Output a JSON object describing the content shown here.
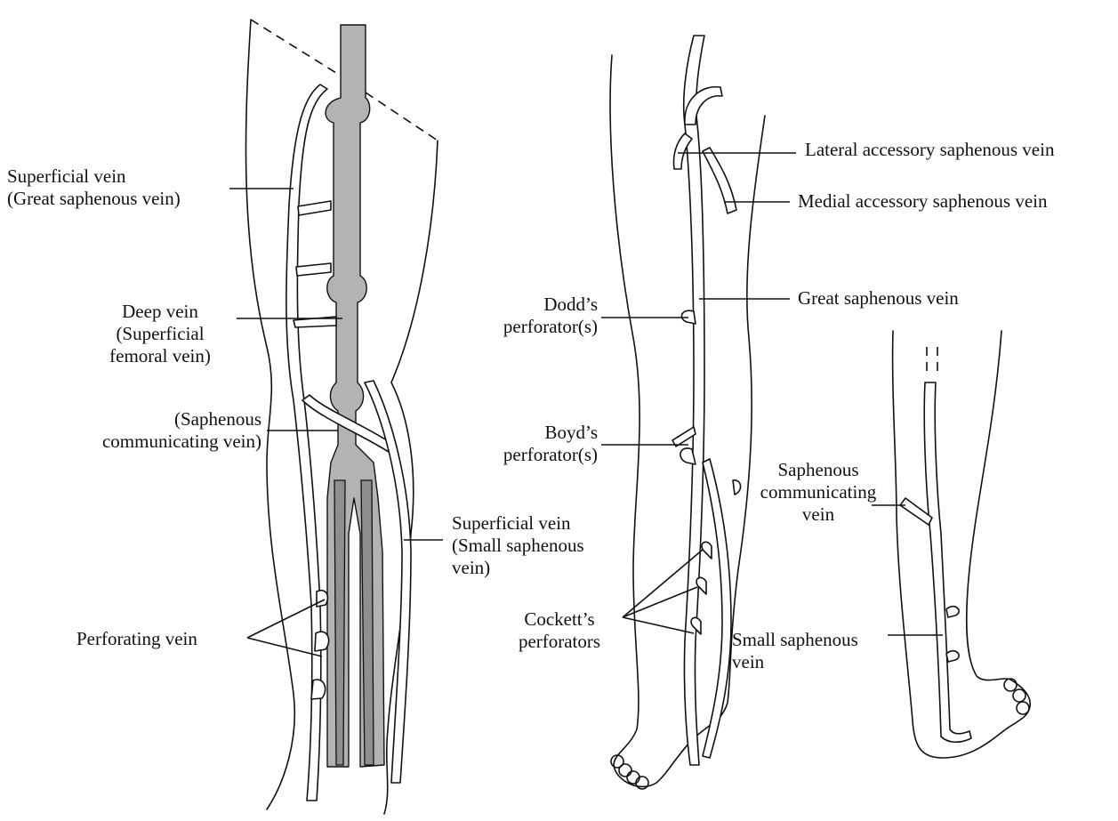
{
  "labels": {
    "superficial_great": "Superficial vein\n(Great saphenous vein)",
    "deep_vein": "Deep vein\n(Superficial\nfemoral vein)",
    "saphenous_comm_left": "(Saphenous\ncommunicating vein)",
    "superficial_small": "Superficial vein\n(Small saphenous\nvein)",
    "perforating_vein": "Perforating vein",
    "lateral_accessory": "Lateral accessory saphenous vein",
    "medial_accessory": "Medial accessory saphenous vein",
    "great_saphenous": "Great saphenous vein",
    "dodds": "Dodd’s\nperforator(s)",
    "boyds": "Boyd’s\nperforator(s)",
    "cocketts": "Cockett’s\nperforators",
    "saphenous_comm_right": "Saphenous\ncommunicating\nvein",
    "small_saphenous": "Small saphenous\nvein"
  }
}
